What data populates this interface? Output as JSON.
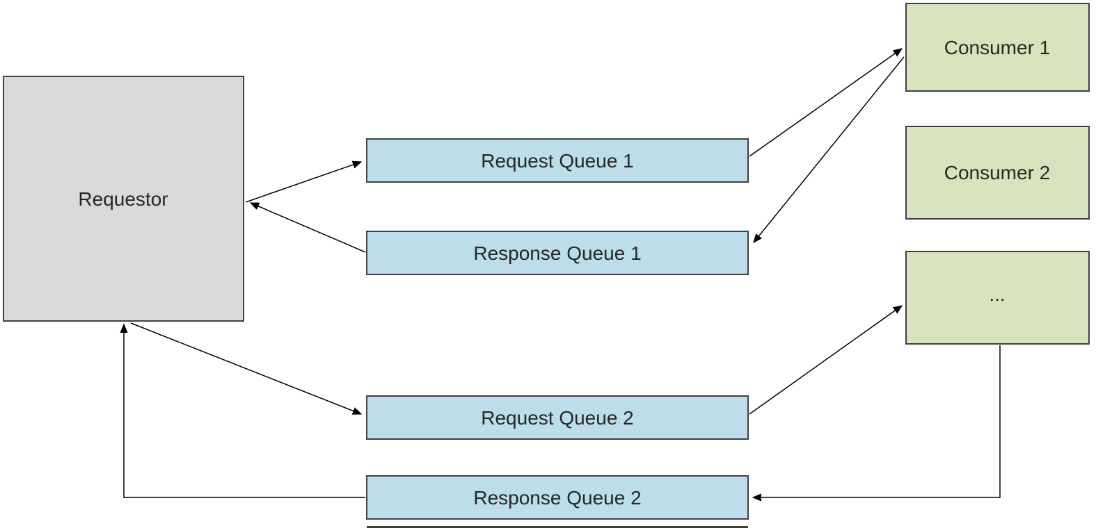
{
  "diagram": {
    "background": "#ffffff",
    "edge_color": "#000000",
    "border_color": "#404040",
    "nodes": {
      "requestor": {
        "label": "Requestor",
        "fill": "#d9d9d9"
      },
      "request_queue_1": {
        "label": "Request Queue 1",
        "fill": "#bcdde9"
      },
      "response_queue_1": {
        "label": "Response Queue 1",
        "fill": "#bcdde9"
      },
      "request_queue_2": {
        "label": "Request Queue 2",
        "fill": "#bcdde9"
      },
      "response_queue_2": {
        "label": "Response Queue 2",
        "fill": "#bcdde9"
      },
      "consumer_1": {
        "label": "Consumer 1",
        "fill": "#d6e3bc"
      },
      "consumer_2": {
        "label": "Consumer 2",
        "fill": "#d6e3bc"
      },
      "consumer_ellipsis": {
        "label": "...",
        "fill": "#d6e3bc"
      }
    },
    "edges": [
      {
        "from": "Requestor",
        "to": "Request Queue 1"
      },
      {
        "from": "Response Queue 1",
        "to": "Requestor"
      },
      {
        "from": "Request Queue 1",
        "to": "Consumer 1"
      },
      {
        "from": "Consumer 1",
        "to": "Response Queue 1"
      },
      {
        "from": "Requestor",
        "to": "Request Queue 2"
      },
      {
        "from": "Request Queue 2",
        "to": "..."
      },
      {
        "from": "...",
        "to": "Response Queue 2"
      },
      {
        "from": "Response Queue 2",
        "to": "Requestor"
      }
    ]
  }
}
